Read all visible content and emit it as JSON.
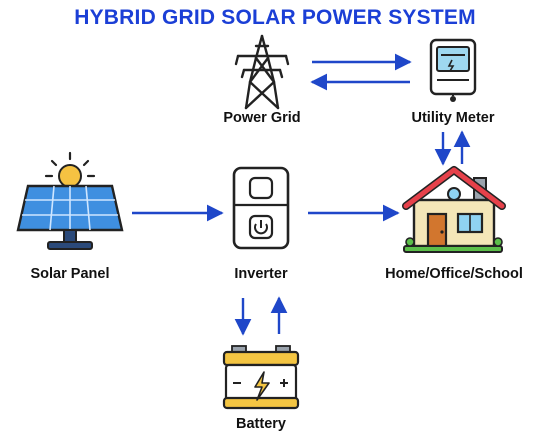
{
  "title": "HYBRID GRID SOLAR POWER SYSTEM",
  "colors": {
    "title": "#1b3fd6",
    "arrow": "#1f47c9",
    "panel": "#3f8fe0",
    "panel_dark": "#2b4a7a",
    "sun": "#f5c242",
    "roof": "#e6414a",
    "wall": "#f4e6b8",
    "door": "#d2762e",
    "battery": "#f4c542",
    "grass": "#5cbf4a",
    "window": "#8fd3f2"
  },
  "nodes": {
    "power_grid": {
      "label": "Power Grid",
      "icon": "transmission-tower-icon"
    },
    "utility_meter": {
      "label": "Utility Meter",
      "icon": "electric-meter-icon"
    },
    "solar_panel": {
      "label": "Solar Panel",
      "icon": "solar-panel-icon"
    },
    "inverter": {
      "label": "Inverter",
      "icon": "inverter-icon"
    },
    "home": {
      "label": "Home/Office/School",
      "icon": "house-icon"
    },
    "battery": {
      "label": "Battery",
      "icon": "battery-icon"
    }
  }
}
